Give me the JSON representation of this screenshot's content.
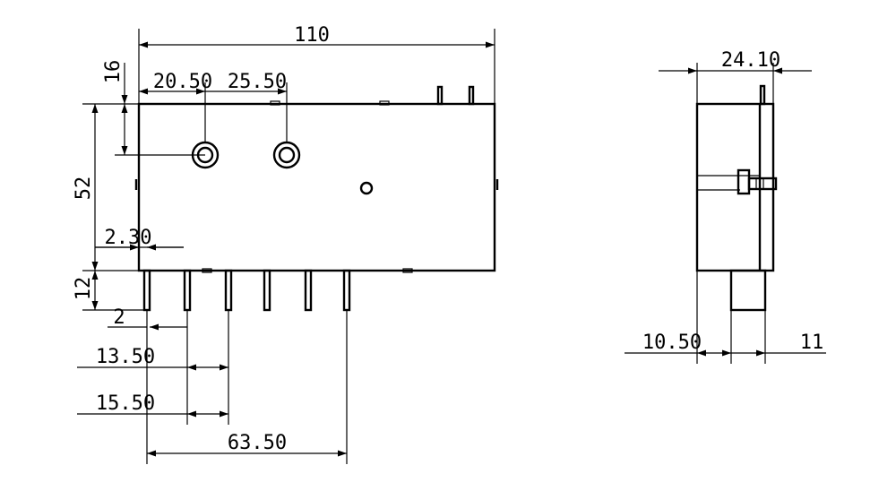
{
  "diagram": {
    "stroke_color": "#000000",
    "background_color": "#ffffff",
    "dimensions": {
      "overall_length": "110",
      "top_offset": "16",
      "hole_spacing_1": "20.50",
      "hole_spacing_2": "25.50",
      "body_height": "52",
      "pin_inset": "2.30",
      "pin_length": "12",
      "pin_offset": "2",
      "pin_pitch_1": "13.50",
      "pin_pitch_2": "15.50",
      "pin_span": "63.50",
      "side_width": "24.10",
      "side_left": "10.50",
      "side_right": "11"
    }
  }
}
